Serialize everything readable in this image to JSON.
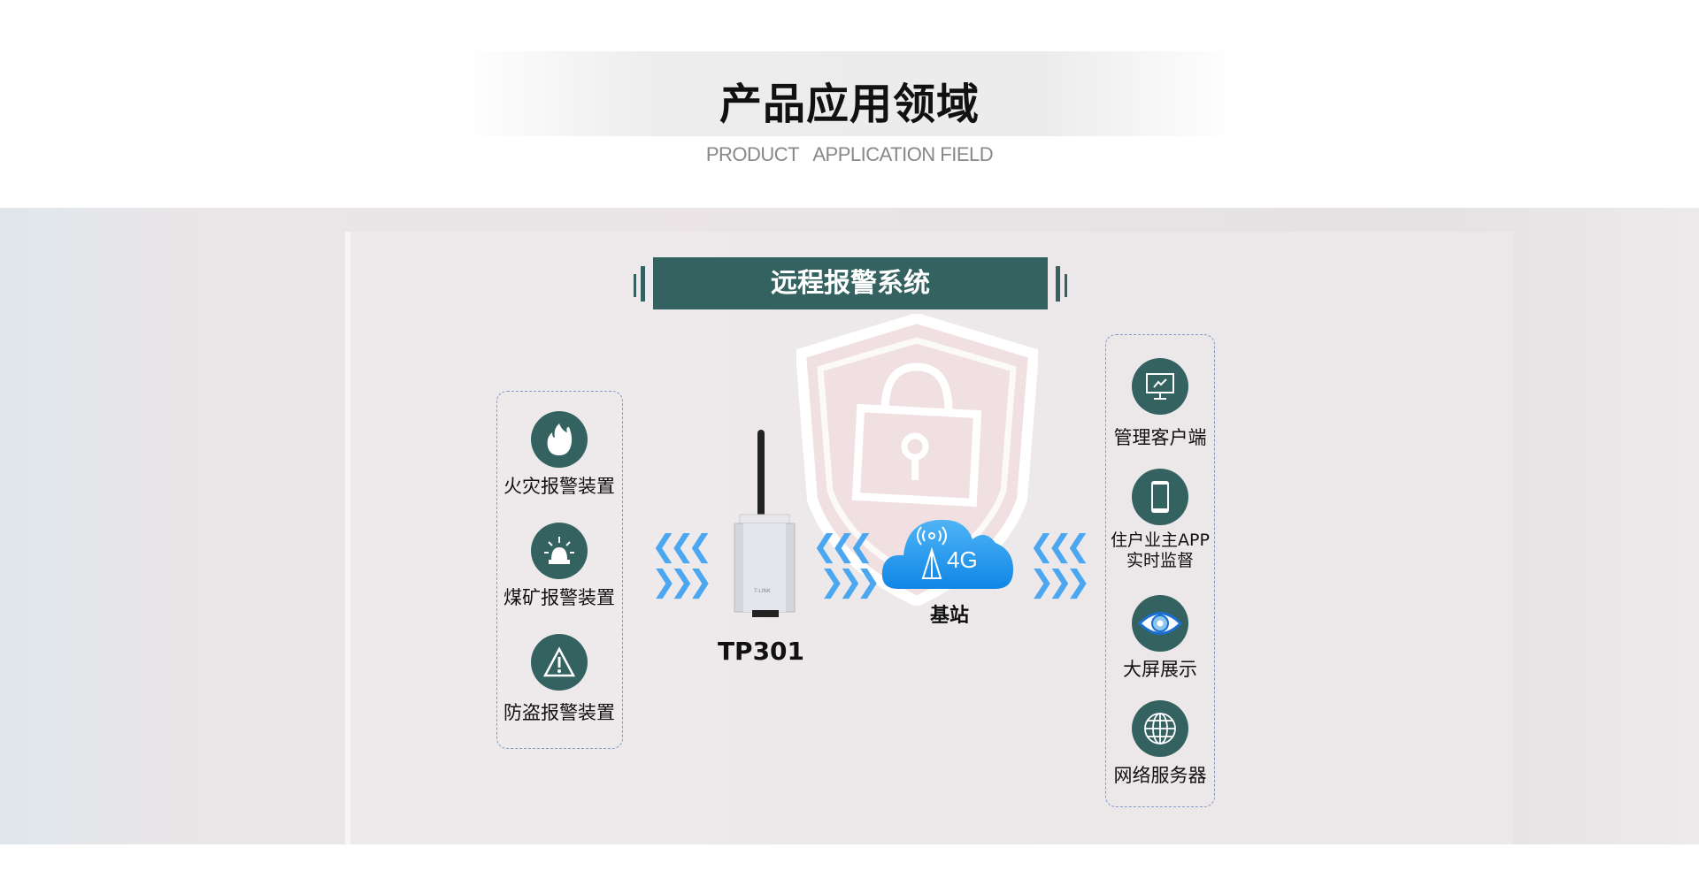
{
  "header": {
    "title": "产品应用领域",
    "subtitle": "PRODUCT   APPLICATION FIELD"
  },
  "diagram": {
    "banner": "远程报警系统",
    "device_label": "TP301",
    "device_brand": "T-LINK",
    "station_label": "基站",
    "cloud_text": "4G",
    "left_items": [
      {
        "label": "火灾报警装置",
        "icon": "fire-icon"
      },
      {
        "label": "煤矿报警装置",
        "icon": "alarm-light-icon"
      },
      {
        "label": "防盗报警装置",
        "icon": "warning-icon"
      }
    ],
    "right_items": [
      {
        "label": "管理客户端",
        "icon": "monitor-chart-icon"
      },
      {
        "label": "住户业主APP",
        "label2": "实时监督",
        "icon": "smartphone-icon"
      },
      {
        "label": "大屏展示",
        "icon": "eye-icon"
      },
      {
        "label": "网络服务器",
        "icon": "globe-icon"
      }
    ],
    "colors": {
      "primary": "#346260",
      "arrow": "#4aa7f0",
      "cloud": "#1a8fe8"
    }
  }
}
